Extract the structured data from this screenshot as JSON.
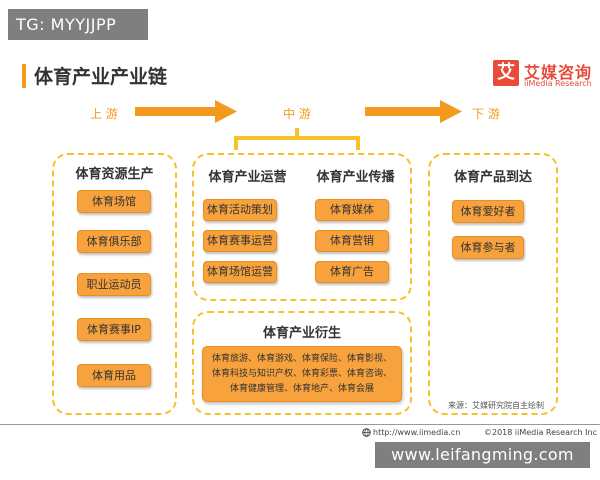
{
  "badge": "TG: MYYJJPP",
  "title": "体育产业产业链",
  "logo": {
    "mark": "艾",
    "name_cn": "艾媒咨询",
    "name_en": "iiMedia Research",
    "color": "#e94a3a"
  },
  "stages": {
    "up": "上 游",
    "mid": "中 游",
    "down": "下 游"
  },
  "upstream": {
    "heading": "体育资源生产",
    "items": [
      "体育场馆",
      "体育俱乐部",
      "职业运动员",
      "体育赛事IP",
      "体育用品"
    ]
  },
  "midstream": {
    "operation": {
      "heading": "体育产业运营",
      "items": [
        "体育活动策划",
        "体育赛事运营",
        "体育场馆运营"
      ]
    },
    "spread": {
      "heading": "体育产业传播",
      "items": [
        "体育媒体",
        "体育营销",
        "体育广告"
      ]
    },
    "derivative": {
      "heading": "体育产业衍生",
      "text": "体育旅游、体育游戏、体育保险、体育影视、体育科技与知识产权、体育彩票、体育咨询、体育健康管理、体育地产、体育会展"
    }
  },
  "downstream": {
    "heading": "体育产品到达",
    "items": [
      "体育爱好者",
      "体育参与者"
    ],
    "source": "来源：艾媒研究院自主绘制"
  },
  "footer": {
    "url": "http://www.iimedia.cn",
    "copyright": "©2018  iiMedia Research  Inc"
  },
  "watermark": "www.leifangming.com",
  "colors": {
    "accent": "#f39a1e",
    "box_fill": "#f7a23c",
    "dash_border": "#f6c12b"
  }
}
